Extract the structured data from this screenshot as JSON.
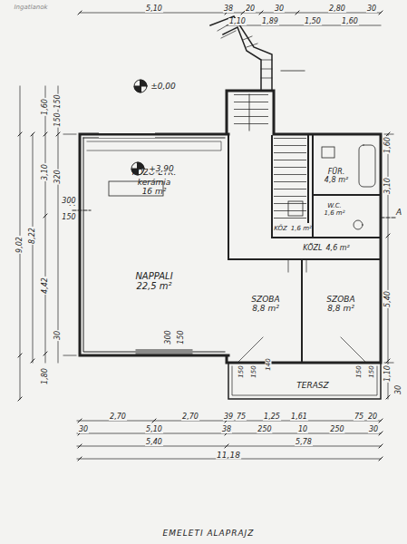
{
  "diagram": {
    "title": "EMELETI ALAPRAJZ",
    "nodes": [
      {
        "text": [
          "FŐZŐ-ÉTK.",
          "kerámia",
          "16 m²"
        ]
      },
      {
        "text": [
          "NAPPALI",
          "22,5 m²"
        ]
      },
      {
        "text": [
          "FÜR.",
          "4,8 m²"
        ]
      },
      {
        "text": [
          "KÖZ",
          "1,6 m²"
        ]
      },
      {
        "text": [
          "W.C.",
          "1,6 m²"
        ]
      },
      {
        "text": [
          "KÖZL",
          "4,6 m²"
        ]
      },
      {
        "text": [
          "SZOBA",
          "8,8 m²"
        ]
      },
      {
        "text": [
          "SZOBA",
          "8,8 m²"
        ]
      },
      {
        "text": [
          "TERASZ"
        ]
      }
    ],
    "labels": [
      "Ingatlanok",
      "5,10",
      "38",
      "20",
      "30",
      "2,80",
      "30",
      "1,10",
      "1,89",
      "1,50",
      "1,60",
      "±0,00",
      "+3,90",
      "A",
      "A",
      "9,02",
      "8,22",
      "1,60",
      "3,10",
      "4,42",
      "1,80",
      "150",
      "150",
      "320",
      "30",
      "300",
      "150",
      "300",
      "150",
      "1,60",
      "3,10",
      "5,40",
      "1,10",
      "30",
      "2,70",
      "2,70",
      "39",
      "75",
      "1,25",
      "1,61",
      "75",
      "20",
      "30",
      "5,10",
      "38",
      "250",
      "10",
      "250",
      "30",
      "5,40",
      "5,78",
      "11,18",
      "150",
      "150",
      "140",
      "150",
      "150"
    ]
  }
}
